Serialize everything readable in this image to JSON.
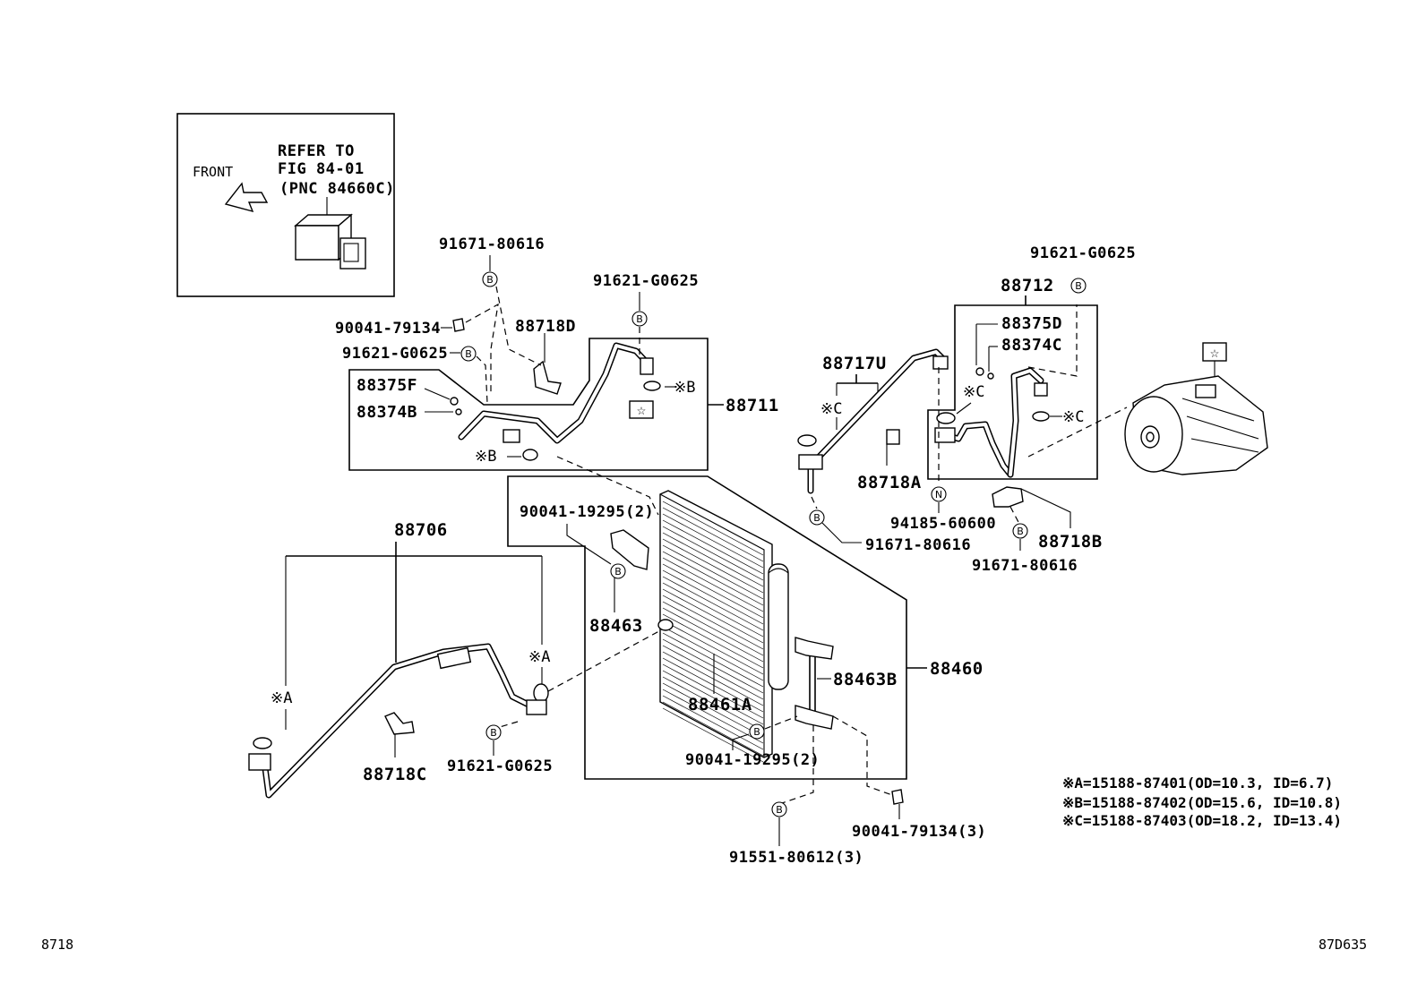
{
  "inset": {
    "front_label": "FRONT",
    "refer_line1": "REFER TO",
    "refer_line2": "FIG 84-01",
    "refer_line3": "(PNC 84660C)"
  },
  "labels": {
    "p88711": "88711",
    "p88712": "88712",
    "p88706": "88706",
    "p88460": "88460",
    "p88461A": "88461A",
    "p88463": "88463",
    "p88463B": "88463B",
    "p88718D": "88718D",
    "p88718A": "88718A",
    "p88718B": "88718B",
    "p88718C": "88718C",
    "p88717U": "88717U",
    "p88375F": "88375F",
    "p88374B": "88374B",
    "p88375D": "88375D",
    "p88374C": "88374C",
    "s91671_80616_a": "91671-80616",
    "s91621_G0625_a": "91621-G0625",
    "s90041_79134_a": "90041-79134",
    "s91621_G0625_b": "91621-G0625",
    "s91621_G0625_c": "91621-G0625",
    "s90041_19295_a": "90041-19295(2)",
    "s91621_G0625_d": "91621-G0625",
    "s90041_19295_b": "90041-19295(2)",
    "s91551_80612": "91551-80612(3)",
    "s90041_79134_b": "90041-79134(3)",
    "s94185_60600": "94185-60600",
    "s91671_80616_b": "91671-80616",
    "s91671_80616_c": "91671-80616"
  },
  "marks": {
    "refA1": "※A",
    "refA2": "※A",
    "refB1": "※B",
    "refB2": "※B",
    "refC1": "※C",
    "refC2": "※C",
    "refC3": "※C",
    "star": "☆",
    "b": "B",
    "n": "N"
  },
  "notes": [
    "※A=15188-87401(OD=10.3, ID=6.7)",
    "※B=15188-87402(OD=15.6, ID=10.8)",
    "※C=15188-87403(OD=18.2, ID=13.4)"
  ],
  "footer": {
    "left": "8718",
    "right": "87D635"
  }
}
